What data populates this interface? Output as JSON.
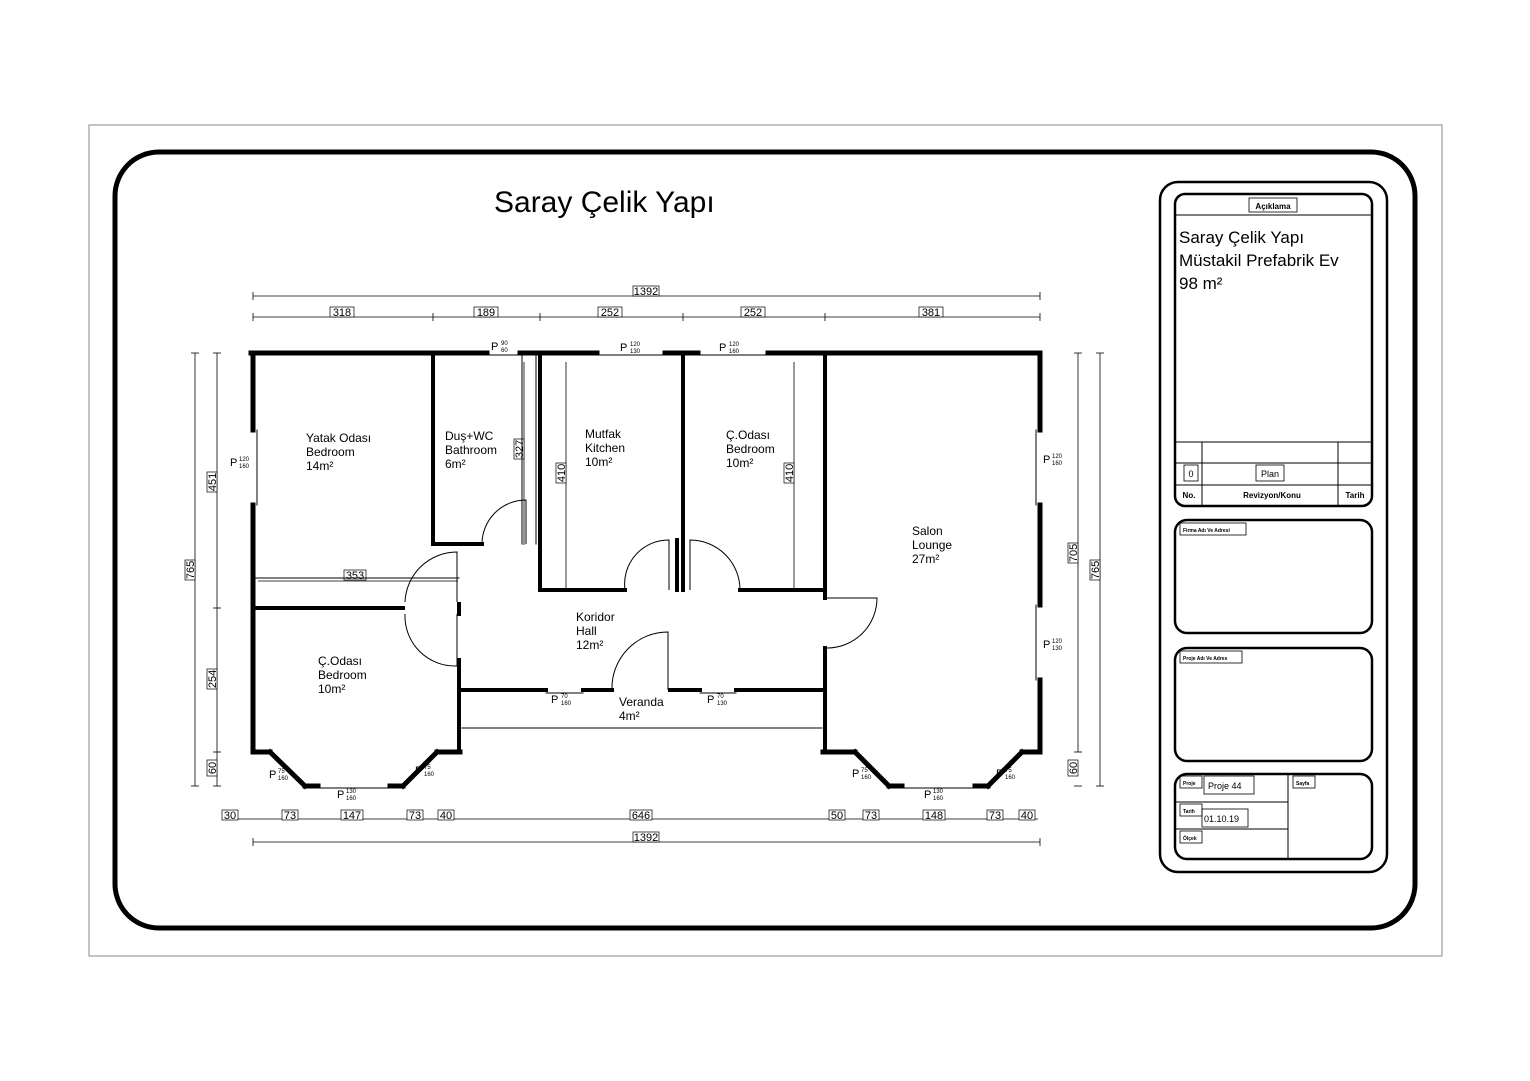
{
  "title": "Saray Çelik Yapı",
  "rooms": [
    {
      "name": "Yatak Odası",
      "en": "Bedroom",
      "area": "14m²"
    },
    {
      "name": "Duş+WC",
      "en": "Bathroom",
      "area": "6m²"
    },
    {
      "name": "Mutfak",
      "en": "Kitchen",
      "area": "10m²"
    },
    {
      "name": "Ç.Odası",
      "en": "Bedroom",
      "area": "10m²"
    },
    {
      "name": "Salon",
      "en": "Lounge",
      "area": "27m²"
    },
    {
      "name": "Ç.Odası",
      "en": "Bedroom",
      "area": "10m²"
    },
    {
      "name": "Koridor",
      "en": "Hall",
      "area": "12m²"
    },
    {
      "name": "Veranda",
      "en": "",
      "area": "4m²"
    }
  ],
  "dimensions": {
    "top_total": "1392",
    "top": [
      "318",
      "189",
      "252",
      "252",
      "381"
    ],
    "bottom_total": "1392",
    "bottom": [
      "30",
      "73",
      "147",
      "73",
      "40",
      "646",
      "50",
      "73",
      "148",
      "73",
      "40"
    ],
    "left_total": "765",
    "left": [
      "451",
      "254",
      "60"
    ],
    "right_total": "765",
    "right": [
      "705",
      "60"
    ],
    "inner": {
      "bath": "327",
      "kitchen": "410",
      "bedroom": "410",
      "corridor": "353"
    }
  },
  "windows": [
    {
      "p": "P",
      "num": "90",
      "den": "60"
    },
    {
      "p": "P",
      "num": "120",
      "den": "130"
    },
    {
      "p": "P",
      "num": "120",
      "den": "160"
    },
    {
      "p": "P",
      "num": "120",
      "den": "160"
    },
    {
      "p": "P",
      "num": "120",
      "den": "160"
    },
    {
      "p": "P",
      "num": "120",
      "den": "130"
    },
    {
      "p": "P",
      "num": "70",
      "den": "160"
    },
    {
      "p": "P",
      "num": "70",
      "den": "130"
    },
    {
      "p": "P",
      "num": "75",
      "den": "160"
    },
    {
      "p": "P",
      "num": "75",
      "den": "160"
    },
    {
      "p": "P",
      "num": "130",
      "den": "160"
    },
    {
      "p": "P",
      "num": "75",
      "den": "160"
    },
    {
      "p": "P",
      "num": "75",
      "den": "160"
    },
    {
      "p": "P",
      "num": "130",
      "den": "160"
    }
  ],
  "title_block": {
    "aciklama_label": "Açıklama",
    "description": [
      "Saray Çelik Yapı",
      "Müstakil Prefabrik  Ev",
      "98 m²"
    ],
    "rev_no": "0",
    "rev_subject": "Plan",
    "col_no": "No.",
    "col_subject": "Revizyon/Konu",
    "col_date": "Tarih",
    "firma_label": "Firma Adı Ve Adresi",
    "proje_adi_label": "Proje Adı Ve Adres",
    "proje_label": "Proje",
    "proje_value": "Proje  44",
    "sayfa_label": "Sayfa",
    "tarih_label": "Tarih",
    "tarih_value": "01.10.19",
    "olcek_label": "Ölçek"
  }
}
